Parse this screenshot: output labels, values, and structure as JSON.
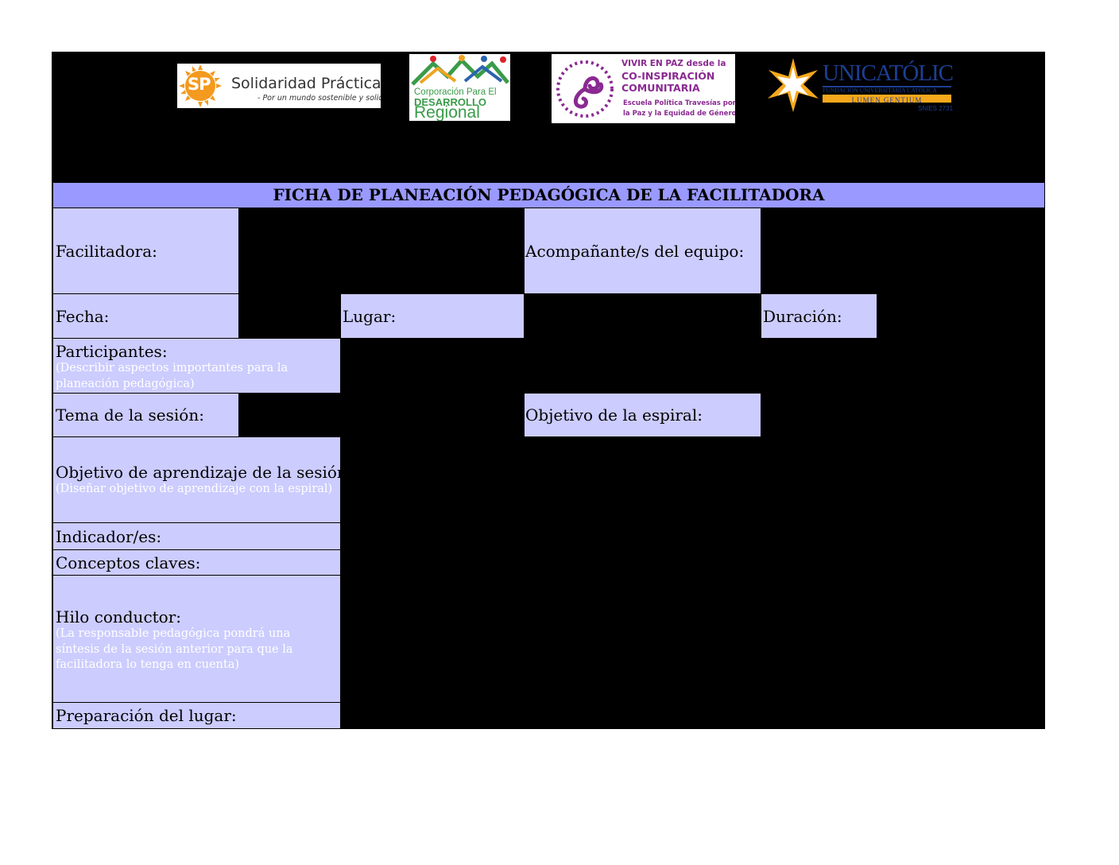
{
  "logos": {
    "sp": {
      "initials": "SP",
      "name": "Solidaridad Práctica",
      "tagline": "- Por un mundo sostenible y solidario"
    },
    "cdr": {
      "line1": "Corporación Para El",
      "line2": "DESARROLLO",
      "line3": "Regional"
    },
    "vp": {
      "line1": "VIVIR EN PAZ desde la",
      "line2": "CO-INSPIRACIÓN",
      "line3": "COMUNITARIA",
      "line4": "Escuela Política Travesías por",
      "line5": "la Paz y la Equidad de Género"
    },
    "uc": {
      "name": "UNICATÓLICA",
      "sub": "FUNDACIÓN UNIVERSITARIA CATÓLICA",
      "motto": "LUMEN GENTIUM",
      "snies": "SNIES 2731"
    }
  },
  "title": "FICHA DE PLANEACIÓN PEDAGÓGICA DE LA FACILITADORA",
  "fields": {
    "facilitadora": "Facilitadora:",
    "acompanante": "Acompañante/s del equipo:",
    "fecha": "Fecha:",
    "lugar": "Lugar:",
    "duracion": "Duración:",
    "participantes": "Participantes:",
    "participantes_hint": "(Describir aspectos importantes para la planeación pedagógica)",
    "tema": "Tema de la sesión:",
    "objetivo_espiral": "Objetivo de la espiral:",
    "objetivo_aprendizaje": "Objetivo de aprendizaje de la sesión:",
    "objetivo_aprendizaje_hint": "(Diseñar objetivo de aprendizaje con la espiral)",
    "indicadores": "Indicador/es:",
    "conceptos": "Conceptos claves:",
    "hilo": "Hilo conductor:",
    "hilo_hint": "(La responsable pedagógica pondrá una síntesis de la sesión anterior para que la facilitadora lo tenga en cuenta)",
    "preparacion": "Preparación del lugar:"
  }
}
